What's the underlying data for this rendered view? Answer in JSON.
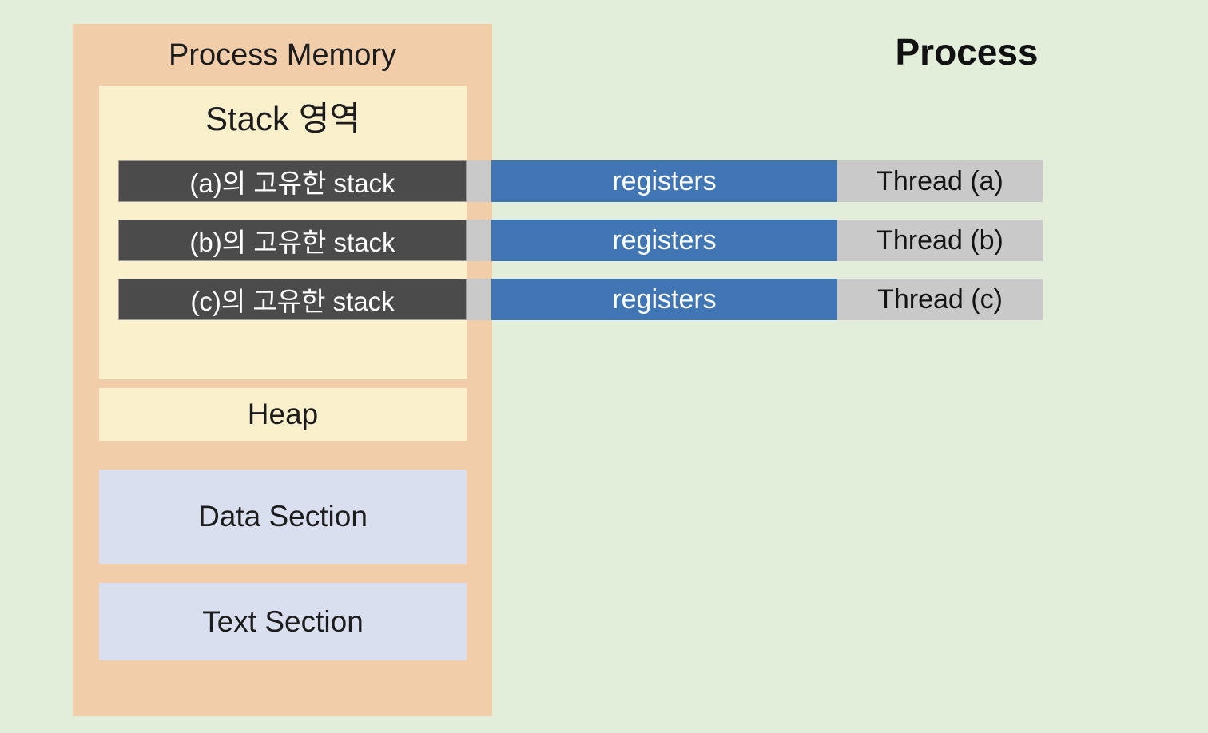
{
  "colors": {
    "background": "#e2eeda",
    "process_memory_box": "#f2cdaa",
    "memory_region_box": "#fbf0cc",
    "section_box": "#d9dfef",
    "stack_bar": "#4b4b4b",
    "registers_bar": "#4176b5",
    "thread_bar": "#c9c9c9"
  },
  "header": {
    "process_title": "Process"
  },
  "process_memory": {
    "title": "Process Memory",
    "stack_region": {
      "title": "Stack 영역"
    },
    "heap": {
      "label": "Heap"
    },
    "data_section": {
      "label": "Data Section"
    },
    "text_section": {
      "label": "Text Section"
    }
  },
  "threads": [
    {
      "stack_label": "(a)의 고유한 stack",
      "registers_label": "registers",
      "thread_label": "Thread (a)"
    },
    {
      "stack_label": "(b)의 고유한 stack",
      "registers_label": "registers",
      "thread_label": "Thread (b)"
    },
    {
      "stack_label": "(c)의 고유한 stack",
      "registers_label": "registers",
      "thread_label": "Thread (c)"
    }
  ]
}
